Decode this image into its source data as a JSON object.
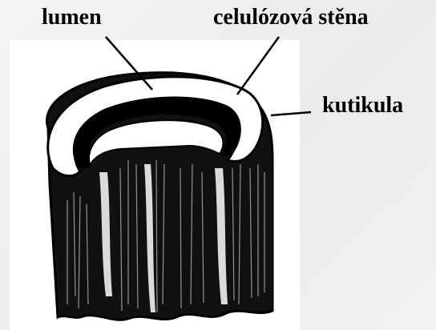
{
  "labels": {
    "lumen": "lumen",
    "cell_wall": "celulózová stěna",
    "cuticle": "kutikula"
  },
  "colors": {
    "background": "#f0f0f0",
    "panel": "#ffffff",
    "ink": "#000000"
  }
}
